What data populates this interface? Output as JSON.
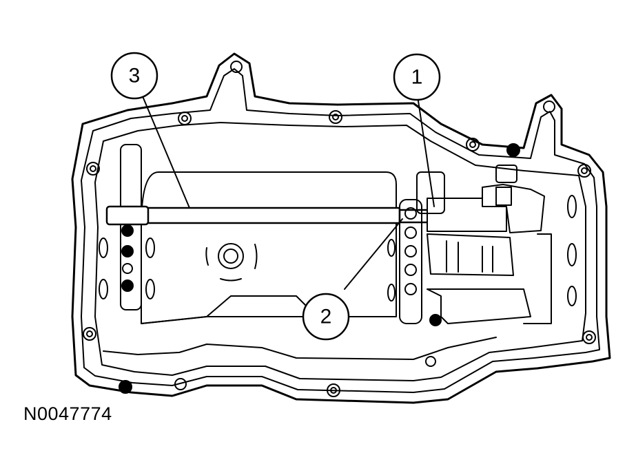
{
  "figure": {
    "id_label": "N0047774"
  },
  "callouts": [
    {
      "label": "1"
    },
    {
      "label": "2"
    },
    {
      "label": "3"
    }
  ],
  "colors": {
    "line": "#000000",
    "background": "#ffffff"
  }
}
